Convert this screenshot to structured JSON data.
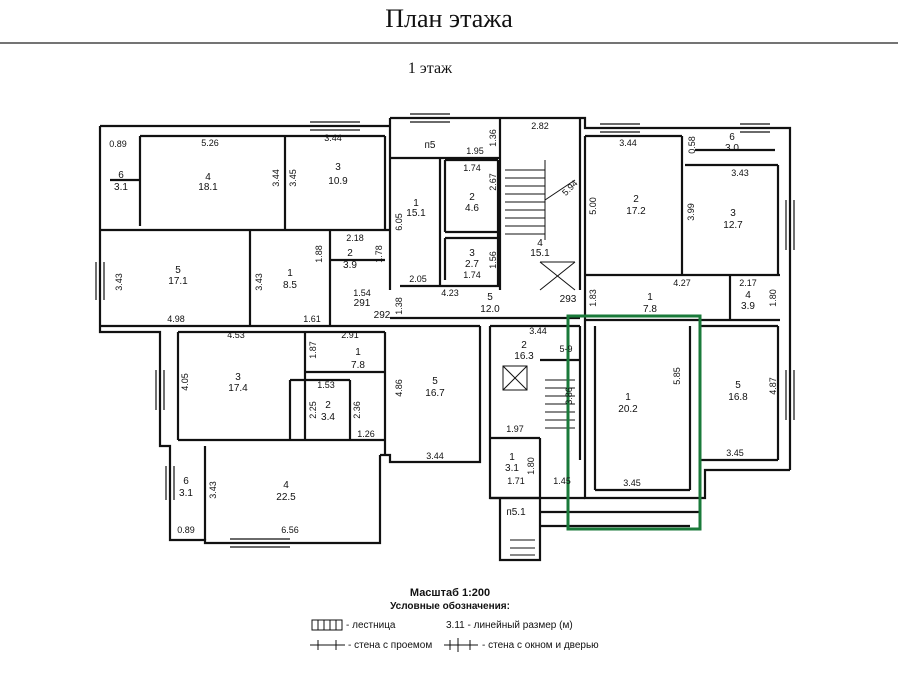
{
  "title": "План этажа",
  "subtitle": "1 этаж",
  "scale_label": "Масштаб 1:200",
  "legend_title": "Условные обозначения:",
  "legend": {
    "stairs": "- лестница",
    "linear": "3.11 - линейный размер (м)",
    "opening": "- стена с проемом",
    "window_door": "- стена с окном и дверью"
  },
  "colors": {
    "line": "#111111",
    "highlight": "#1a7a3a",
    "faint": "#d0d0d0"
  },
  "rooms": [
    {
      "id": "r4a",
      "num": "4",
      "area": "18.1"
    },
    {
      "id": "r3a",
      "num": "3",
      "area": "10.9"
    },
    {
      "id": "r6a",
      "num": "6",
      "area": "3.1"
    },
    {
      "id": "r5a",
      "num": "5",
      "area": "17.1"
    },
    {
      "id": "r1a",
      "num": "1",
      "area": "8.5"
    },
    {
      "id": "r2a",
      "num": "2",
      "area": "3.9"
    },
    {
      "id": "r3b",
      "num": "3",
      "area": "17.4"
    },
    {
      "id": "r1b",
      "num": "1",
      "area": "7.8"
    },
    {
      "id": "r2b",
      "num": "2",
      "area": "3.4"
    },
    {
      "id": "r6b",
      "num": "6",
      "area": "3.1"
    },
    {
      "id": "r4b",
      "num": "4",
      "area": "22.5"
    },
    {
      "id": "r1c",
      "num": "1",
      "area": "15.1"
    },
    {
      "id": "r2c",
      "num": "2",
      "area": "4.6"
    },
    {
      "id": "r3c",
      "num": "3",
      "area": "2.7"
    },
    {
      "id": "r4c",
      "num": "4",
      "area": "15.1"
    },
    {
      "id": "r5b",
      "num": "5",
      "area": "12.0"
    },
    {
      "id": "r5c",
      "num": "5",
      "area": "16.7"
    },
    {
      "id": "r2d",
      "num": "2",
      "area": "16.3"
    },
    {
      "id": "r1d",
      "num": "1",
      "area": "3.1"
    },
    {
      "id": "r2e",
      "num": "2",
      "area": "17.2"
    },
    {
      "id": "r3d",
      "num": "3",
      "area": "12.7"
    },
    {
      "id": "r6c",
      "num": "6",
      "area": "3.0"
    },
    {
      "id": "r1e",
      "num": "1",
      "area": "7.8"
    },
    {
      "id": "r4d",
      "num": "4",
      "area": "3.9"
    },
    {
      "id": "r1f",
      "num": "1",
      "area": "20.2"
    },
    {
      "id": "r5d",
      "num": "5",
      "area": "16.8"
    }
  ],
  "labels": {
    "p5": "п5",
    "p51": "п5.1",
    "c291": "291",
    "c292": "292",
    "c293": "293"
  },
  "dims": {
    "d089a": "0.89",
    "d526": "5.26",
    "d344a": "3.44",
    "d344b": "3.44",
    "d345a": "3.45",
    "d343a": "3.43",
    "d343b": "3.43",
    "d218": "2.18",
    "d188": "1.88",
    "d178": "1.78",
    "d154": "1.54",
    "d161": "1.61",
    "d498": "4.98",
    "d453": "4.53",
    "d291": "2.91",
    "d187": "1.87",
    "d405": "4.05",
    "d153": "1.53",
    "d225": "2.25",
    "d236": "2.36",
    "d126": "1.26",
    "d343c": "3.43",
    "d656": "6.56",
    "d089b": "0.89",
    "d195": "1.95",
    "d136": "1.36",
    "d282": "2.82",
    "d174a": "1.74",
    "d267": "2.67",
    "d605": "6.05",
    "d156": "1.56",
    "d174b": "1.74",
    "d205": "2.05",
    "d423": "4.23",
    "d138": "1.38",
    "d486": "4.86",
    "d344c": "3.44",
    "d344d": "3.44",
    "d197": "1.97",
    "d180a": "1.80",
    "d171": "1.71",
    "d145": "1.45",
    "d59": "5-9",
    "d386": "3.86",
    "d594": "5.94",
    "d344e": "3.44",
    "d500": "5.00",
    "d058": "0.58",
    "d343d": "3.43",
    "d399": "3.99",
    "d427": "4.27",
    "d217": "2.17",
    "d183": "1.83",
    "d180b": "1.80",
    "d585": "5.85",
    "d345b": "3.45",
    "d487": "4.87",
    "d345c": "3.45"
  }
}
